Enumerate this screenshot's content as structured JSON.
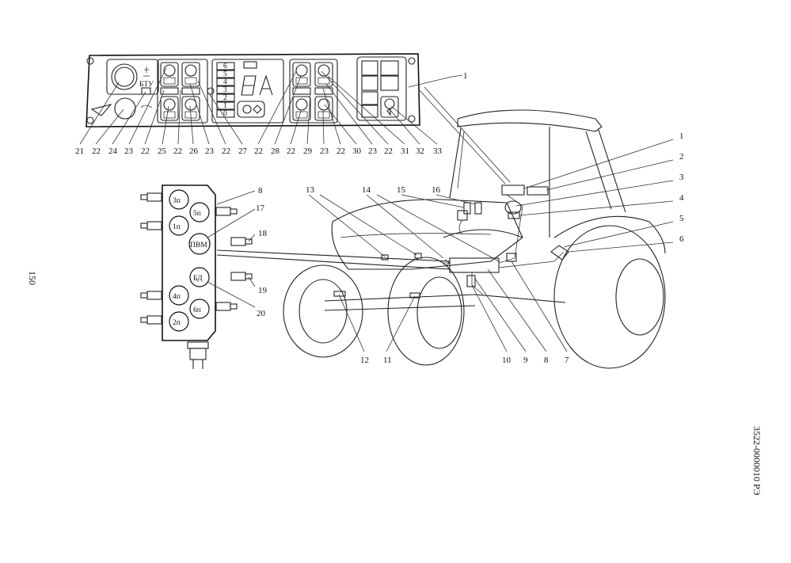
{
  "page": {
    "page_number": "150",
    "doc_code": "3522-0000010 РЭ"
  },
  "panel": {
    "gear_positions": [
      "6",
      "5",
      "4",
      "3",
      "2",
      "1",
      "0"
    ],
    "tray_label": "БТУ"
  },
  "block": {
    "fuses": [
      "3п",
      "5п",
      "1п",
      "ПВМ",
      "БД",
      "4п",
      "6п",
      "2п"
    ]
  },
  "callouts": {
    "panel_row": [
      "21",
      "22",
      "24",
      "23",
      "22",
      "25",
      "22",
      "26",
      "23",
      "22",
      "27",
      "22",
      "28",
      "22",
      "29",
      "23",
      "22",
      "30",
      "23",
      "22",
      "31",
      "32",
      "33"
    ],
    "panel_item": "1",
    "block_right": [
      "8",
      "17",
      "18",
      "19",
      "20"
    ],
    "top_tractor": [
      "13",
      "14",
      "15",
      "16"
    ],
    "right_column": [
      "1",
      "2",
      "3",
      "4",
      "5",
      "6"
    ],
    "bottom_row": [
      "12",
      "11",
      "10",
      "9",
      "8",
      "7"
    ]
  }
}
